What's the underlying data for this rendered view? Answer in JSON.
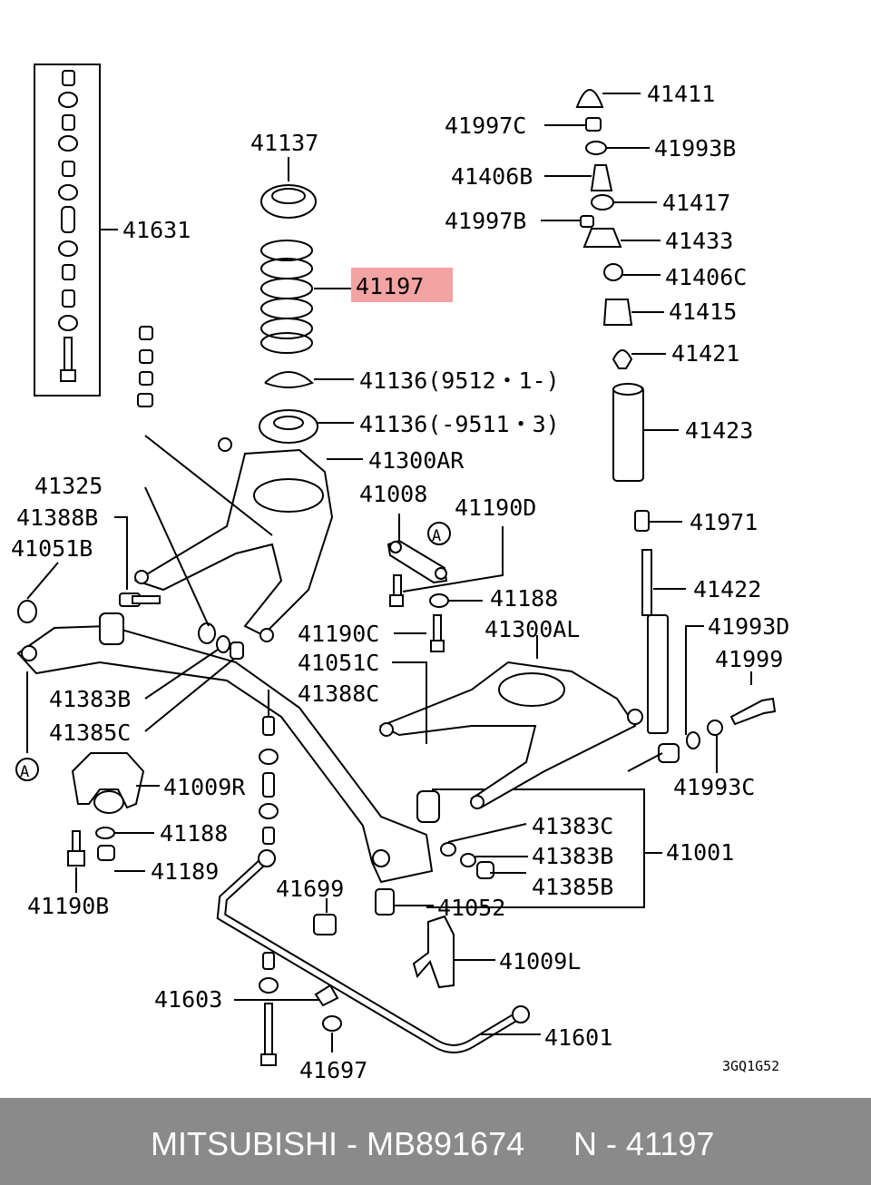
{
  "diagram": {
    "highlight_color": "#f4a3a3",
    "highlighted_part": "41197",
    "code": "3GQ1G52",
    "labels": {
      "p41411": "41411",
      "p41997C": "41997C",
      "p41993B": "41993B",
      "p41406B": "41406B",
      "p41417": "41417",
      "p41997B": "41997B",
      "p41433": "41433",
      "p41406C": "41406C",
      "p41415": "41415",
      "p41421": "41421",
      "p41423": "41423",
      "p41971": "41971",
      "p41422": "41422",
      "p41993D": "41993D",
      "p41999": "41999",
      "p41993C": "41993C",
      "p41137": "41137",
      "p41197": "41197",
      "p41136a": "41136(9512・1-)",
      "p41136b": "41136(-9511・3)",
      "p41300AR": "41300AR",
      "p41631": "41631",
      "p41325": "41325",
      "p41388B": "41388B",
      "p41051B": "41051B",
      "p41008": "41008",
      "p41190D": "41190D",
      "p41188a": "41188",
      "p41190C": "41190C",
      "p41300AL": "41300AL",
      "p41051C": "41051C",
      "p41388C": "41388C",
      "p41383B_l": "41383B",
      "p41385C": "41385C",
      "p41009R": "41009R",
      "p41188b": "41188",
      "p41189": "41189",
      "p41190B": "41190B",
      "p41383C": "41383C",
      "p41383B_r": "41383B",
      "p41385B": "41385B",
      "p41001": "41001",
      "p41052": "41052",
      "p41699": "41699",
      "p41009L": "41009L",
      "p41603": "41603",
      "p41601": "41601",
      "p41697": "41697",
      "refA1": "A",
      "refA2": "A"
    }
  },
  "footer": {
    "brand_part": "MITSUBISHI - MB891674",
    "position": "N - 41197"
  }
}
